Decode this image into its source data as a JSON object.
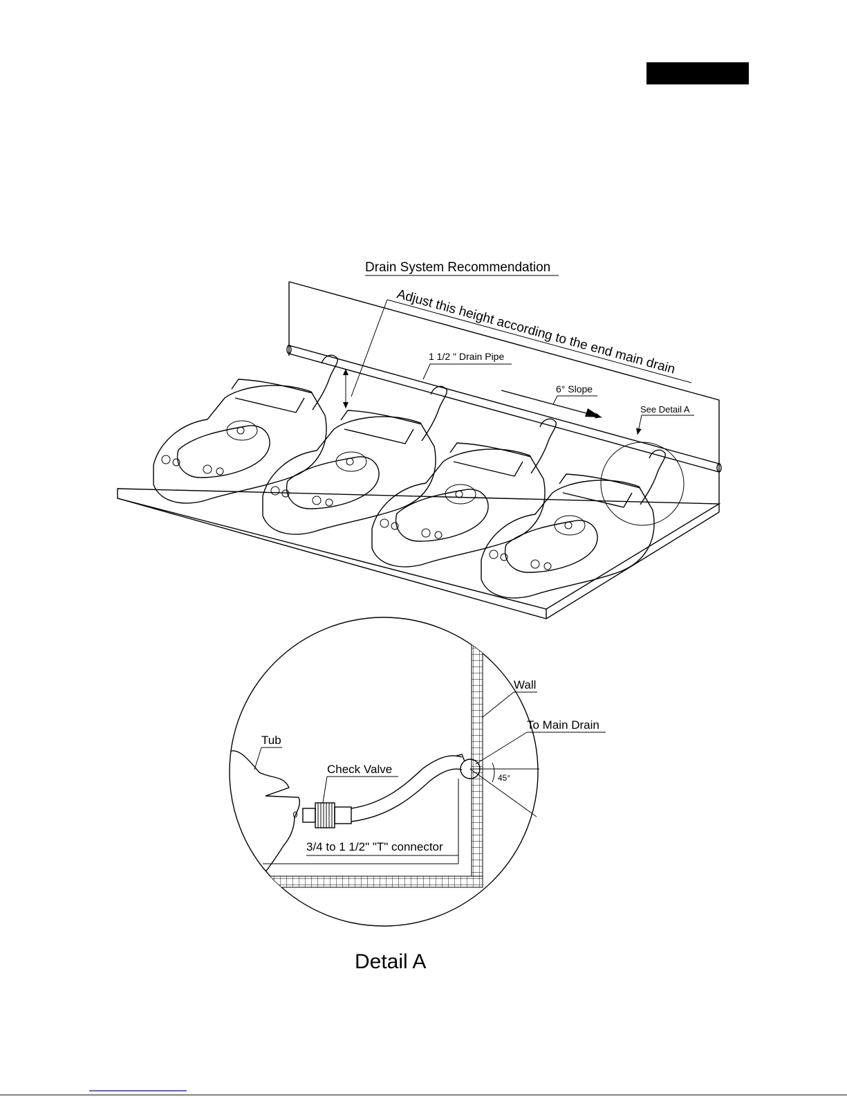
{
  "header": {
    "redaction_bar_color": "#000000"
  },
  "overview": {
    "title": "Drain System Recommendation",
    "height_note": "Adjust this height according to the end main drain",
    "pipe_label": "1 1/2 \" Drain Pipe",
    "slope_label": "6° Slope",
    "detail_callout": "See Detail A"
  },
  "detail": {
    "title": "Detail A",
    "wall_label": "Wall",
    "main_drain_label": "To Main Drain",
    "tub_label": "Tub",
    "valve_label": "Check Valve",
    "connector_label": "3/4 to 1 1/2\" \"T\" connector",
    "angle_label": "45°"
  },
  "footer": {
    "link_color": "#0000ee"
  }
}
